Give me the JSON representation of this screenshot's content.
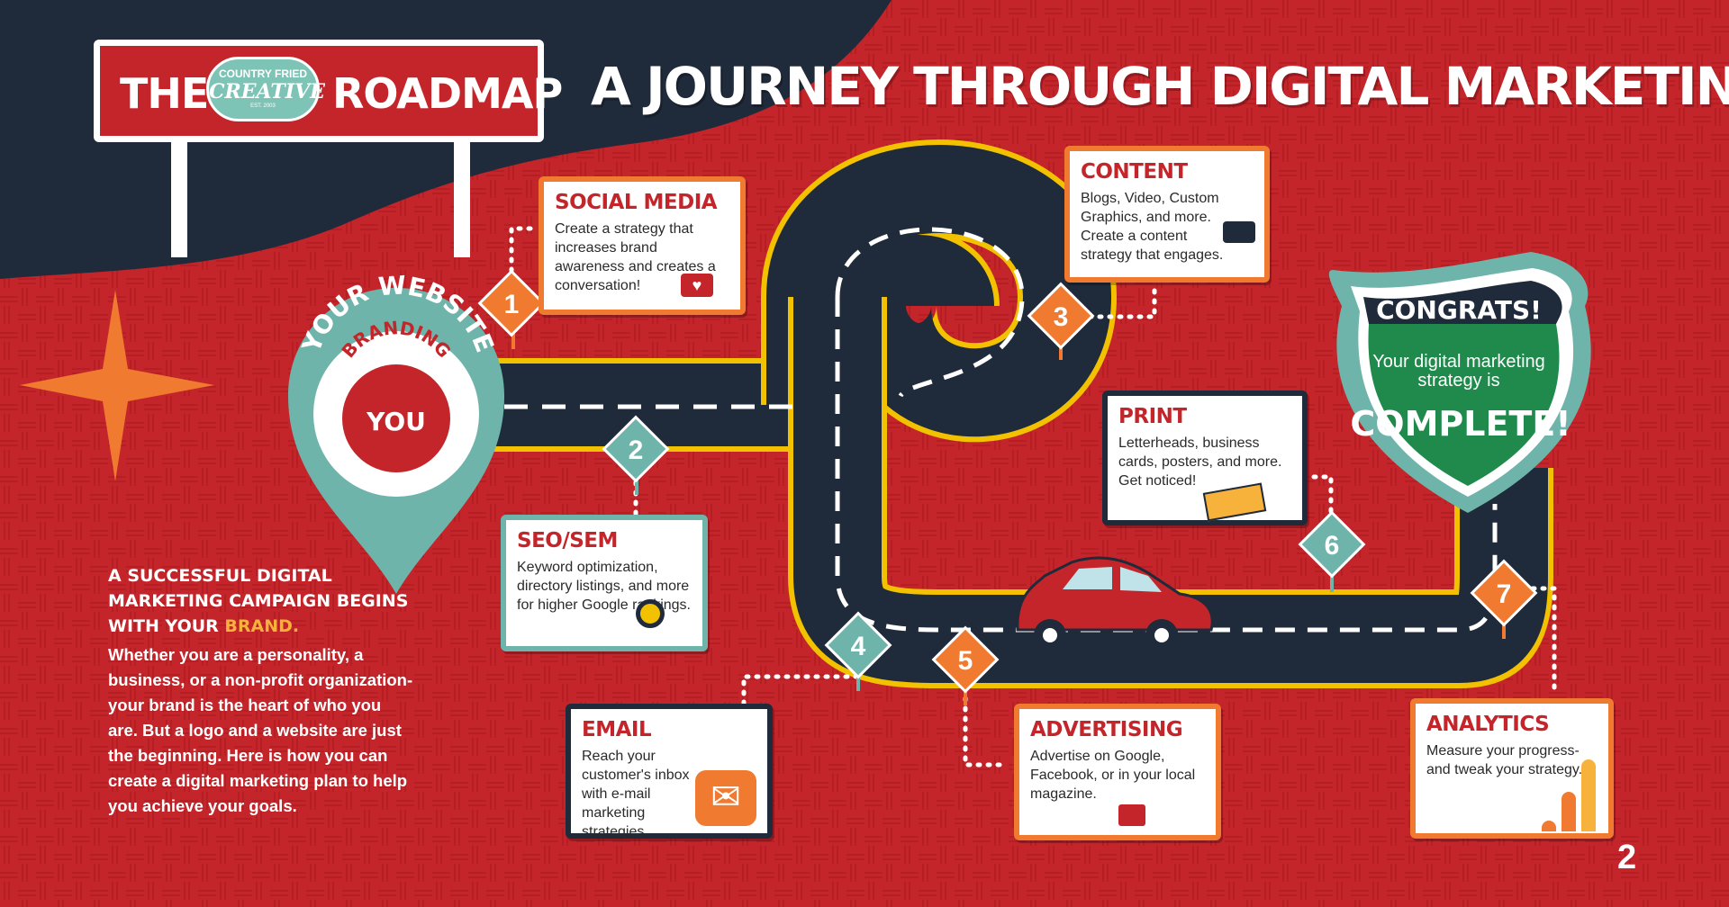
{
  "sign": {
    "word_left": "THE",
    "logo_line1": "COUNTRY FRIED",
    "logo_line2": "CREATIVE",
    "logo_line3": "EST. 2003",
    "word_right": "ROADMAP"
  },
  "title": "A JOURNEY THROUGH DIGITAL MARKETING",
  "pin": {
    "arc_outer": "YOUR WEBSITE",
    "arc_inner": "BRANDING",
    "center": "YOU"
  },
  "left_text": {
    "heading_prefix": "A  SUCCESSFUL DIGITAL MARKETING CAMPAIGN BEGINS WITH YOUR ",
    "heading_brand": "BRAND.",
    "body": "Whether you are a personality, a business, or a non-profit organization- your brand is the heart of who you are. But a logo and a website are just the beginning. Here is how you can create a digital marketing plan to help you achieve your goals."
  },
  "steps": [
    {
      "num": "1",
      "title": "SOCIAL MEDIA",
      "text": "Create a strategy that increases brand awareness and creates a conversation!",
      "icon": "heart-chat-icon"
    },
    {
      "num": "2",
      "title": "SEO/SEM",
      "text": "Keyword optimization, directory listings, and more for higher Google rankings.",
      "icon": "magnifier-icon"
    },
    {
      "num": "3",
      "title": "CONTENT",
      "text": "Blogs, Video, Custom Graphics, and more. Create a content strategy that engages.",
      "icon": "camera-icon"
    },
    {
      "num": "4",
      "title": "EMAIL",
      "text": "Reach your customer's inbox with e-mail marketing strategies.",
      "icon": "envelope-icon"
    },
    {
      "num": "5",
      "title": "ADVERTISING",
      "text": "Advertise on Google, Facebook, or in your local magazine.",
      "icon": "megaphone-icon"
    },
    {
      "num": "6",
      "title": "PRINT",
      "text": "Letterheads, business cards, posters, and more. Get noticed!",
      "icon": "newspaper-icon"
    },
    {
      "num": "7",
      "title": "ANALYTICS",
      "text": "Measure your progress- and tweak your strategy.",
      "icon": "bar-chart-icon"
    }
  ],
  "shield": {
    "top": "CONGRATS!",
    "middle": "Your digital marketing strategy is",
    "bottom": "COMPLETE!"
  },
  "page_number": "2",
  "colors": {
    "red": "#c4252a",
    "navy": "#1f2a3a",
    "orange": "#f07a2f",
    "teal": "#6fb4aa",
    "green": "#1f8a4c",
    "yellow": "#f2c200"
  }
}
